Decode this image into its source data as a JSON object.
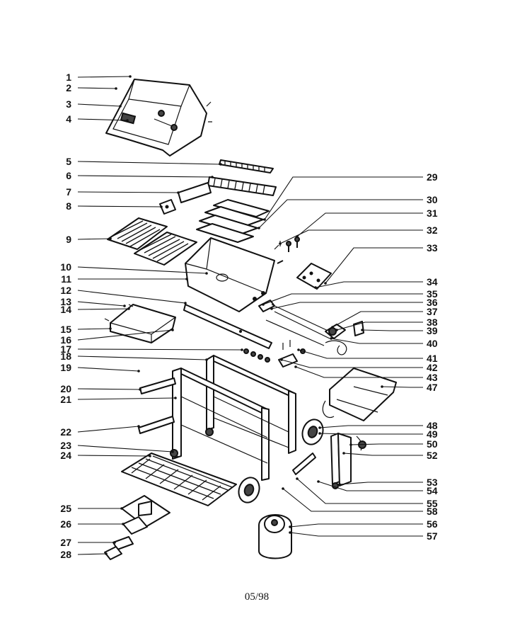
{
  "diagram": {
    "footer": "05/98",
    "left_labels": [
      "1",
      "2",
      "3",
      "4",
      "5",
      "6",
      "7",
      "8",
      "9",
      "10",
      "11",
      "12",
      "13",
      "14",
      "15",
      "16",
      "17",
      "18",
      "19",
      "20",
      "21",
      "22",
      "23",
      "24",
      "25",
      "26",
      "27",
      "28"
    ],
    "right_labels": [
      "29",
      "30",
      "31",
      "32",
      "33",
      "34",
      "35",
      "36",
      "37",
      "38",
      "39",
      "40",
      "41",
      "42",
      "43",
      "47",
      "48",
      "49",
      "50",
      "52",
      "53",
      "54",
      "55",
      "58",
      "56",
      "57"
    ]
  }
}
